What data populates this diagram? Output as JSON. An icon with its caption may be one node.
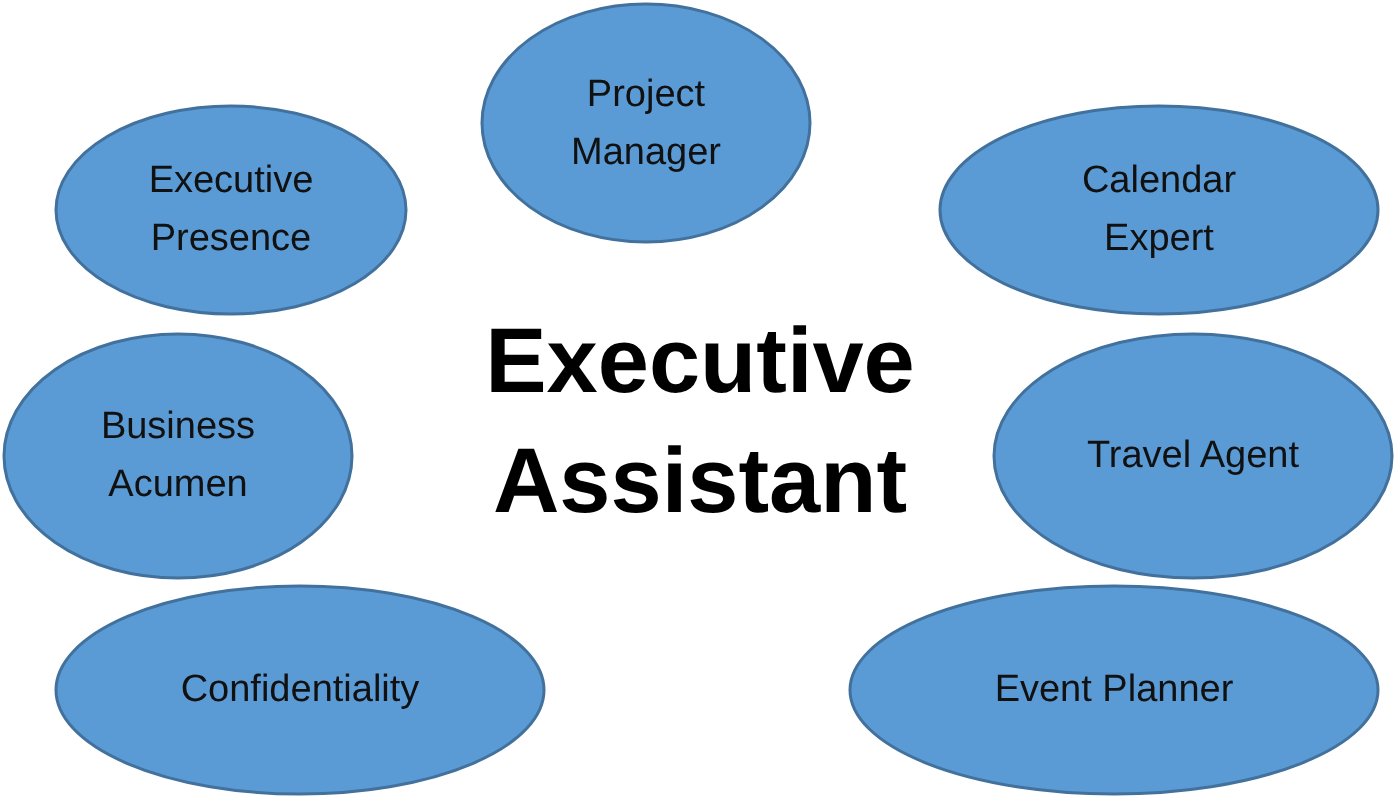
{
  "diagram": {
    "nodes": [
      {
        "text": [
          "Project Manager"
        ]
      },
      {
        "text": [
          "Executive Presence"
        ]
      },
      {
        "text": [
          "Calendar Expert"
        ]
      },
      {
        "text": [
          "Business Acumen"
        ]
      },
      {
        "text": [
          "Travel Agent"
        ]
      },
      {
        "text": [
          "Confidentiality"
        ]
      },
      {
        "text": [
          "Event Planner"
        ]
      }
    ],
    "edges": [],
    "labels": [
      "Executive Assistant"
    ]
  }
}
